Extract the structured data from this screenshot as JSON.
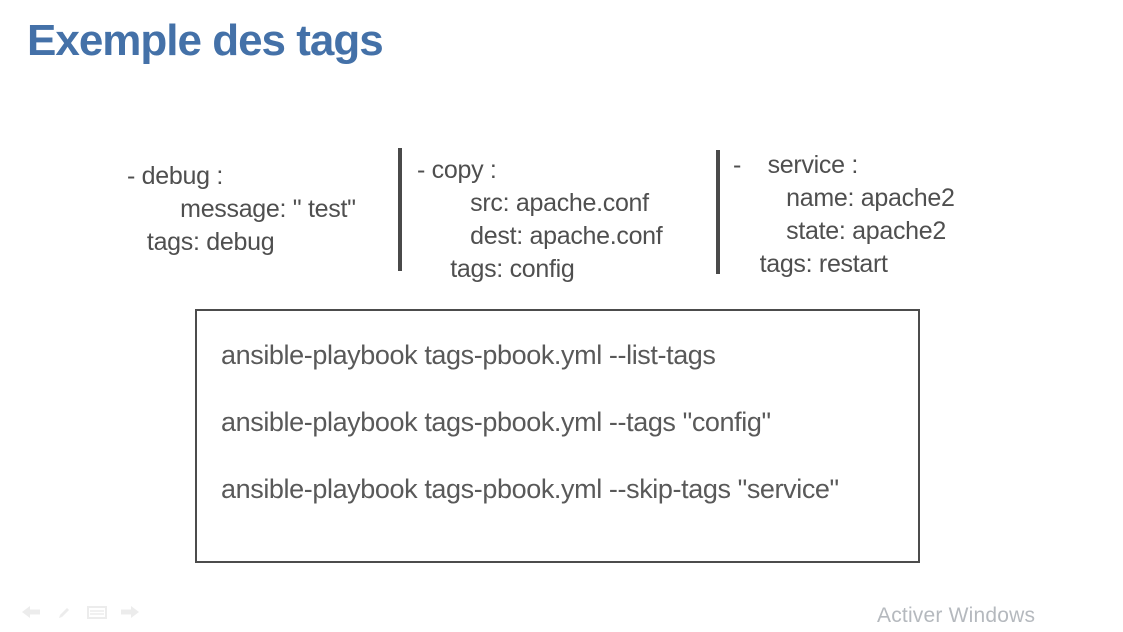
{
  "slide": {
    "title": "Exemple des tags",
    "accent_color": "#4471a8",
    "body_text_color": "#4f4f4f",
    "box_border_color": "#4c4c4c",
    "watermark_color": "#b5b9be"
  },
  "yaml_blocks": [
    {
      "name": "debug-task",
      "lines": [
        "- debug :",
        "        message: \" test\"",
        "   tags: debug"
      ]
    },
    {
      "name": "copy-task",
      "lines": [
        "- copy :",
        "        src: apache.conf",
        "        dest: apache.conf",
        "     tags: config"
      ]
    },
    {
      "name": "service-task",
      "lines": [
        "-    service :",
        "        name: apache2",
        "        state: apache2",
        "    tags: restart"
      ]
    }
  ],
  "commands": [
    "ansible-playbook tags-pbook.yml --list-tags",
    "ansible-playbook tags-pbook.yml --tags \"config\"",
    "ansible-playbook tags-pbook.yml --skip-tags \"service\""
  ],
  "presenter_controls": {
    "icons": [
      "previous-slide",
      "pen",
      "see-all-slides",
      "next-slide"
    ]
  },
  "watermark": {
    "text": "Activer Windows"
  }
}
